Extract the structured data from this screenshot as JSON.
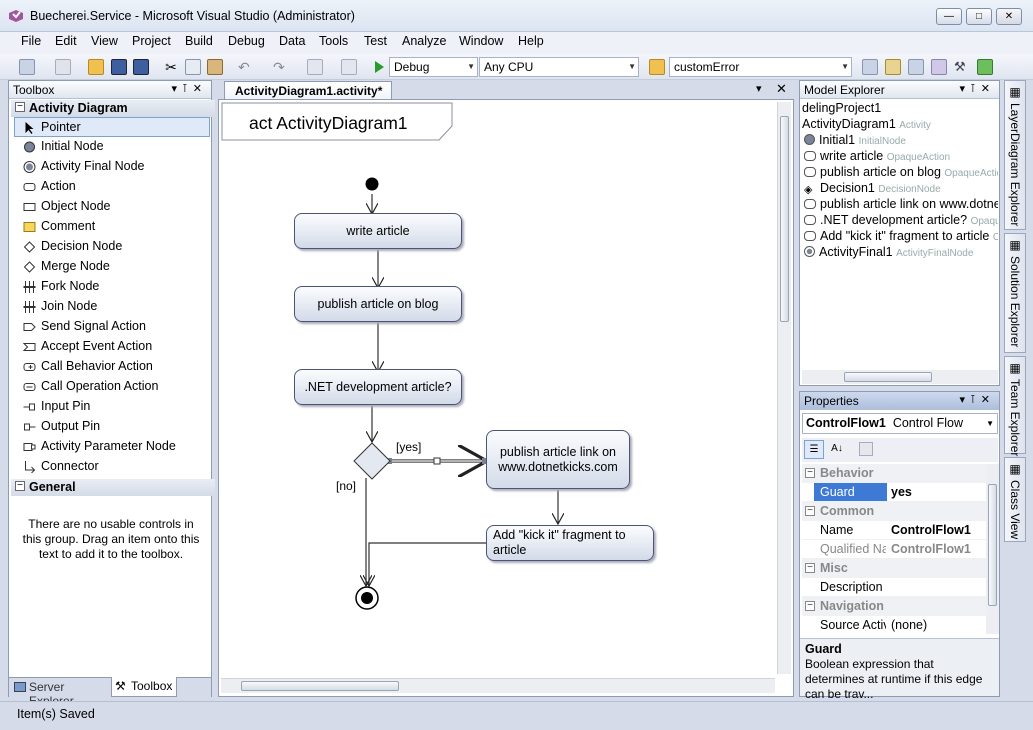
{
  "window": {
    "title": "Buecherei.Service - Microsoft Visual Studio (Administrator)"
  },
  "menu": [
    "File",
    "Edit",
    "View",
    "Project",
    "Build",
    "Debug",
    "Data",
    "Tools",
    "Test",
    "Analyze",
    "Window",
    "Help"
  ],
  "toolbar": {
    "config": "Debug",
    "platform": "Any CPU",
    "find": "customError"
  },
  "toolbox": {
    "title": "Toolbox",
    "group1": "Activity Diagram",
    "items": [
      "Pointer",
      "Initial Node",
      "Activity Final Node",
      "Action",
      "Object Node",
      "Comment",
      "Decision Node",
      "Merge Node",
      "Fork Node",
      "Join Node",
      "Send Signal Action",
      "Accept Event Action",
      "Call Behavior Action",
      "Call Operation Action",
      "Input Pin",
      "Output Pin",
      "Activity Parameter Node",
      "Connector"
    ],
    "group2": "General",
    "empty_message": "There are no usable controls in this group. Drag an item onto this text to add it to the toolbox.",
    "tab_server": "Server Explorer",
    "tab_toolbox": "Toolbox"
  },
  "editor": {
    "tab": "ActivityDiagram1.activity*",
    "frame_title": "act ActivityDiagram1",
    "nodes": {
      "write": "write article",
      "publish_blog": "publish article on blog",
      "net_question": ".NET development article?",
      "publish_link": "publish article link on www.dotnetkicks.com",
      "kick_it": "Add \"kick it\" fragment to article"
    },
    "guard_yes": "[yes]",
    "guard_no": "[no]"
  },
  "model_explorer": {
    "title": "Model Explorer",
    "items": [
      {
        "name": "delingProject1",
        "type": ""
      },
      {
        "name": "ActivityDiagram1",
        "type": "Activity"
      },
      {
        "name": "Initial1",
        "type": "InitialNode"
      },
      {
        "name": "write article",
        "type": "OpaqueAction"
      },
      {
        "name": "publish article on blog",
        "type": "OpaqueAction"
      },
      {
        "name": "Decision1",
        "type": "DecisionNode"
      },
      {
        "name": "publish article link on www.dotnet",
        "type": ""
      },
      {
        "name": ".NET development article?",
        "type": "OpaqueA"
      },
      {
        "name": "Add \"kick it\" fragment to article",
        "type": "Op"
      },
      {
        "name": "ActivityFinal1",
        "type": "ActivityFinalNode"
      }
    ]
  },
  "properties": {
    "title": "Properties",
    "object": "ControlFlow1",
    "object_type": "Control Flow",
    "cat_behavior": "Behavior",
    "guard_key": "Guard",
    "guard_val": "yes",
    "cat_common": "Common",
    "name_key": "Name",
    "name_val": "ControlFlow1",
    "qname_key": "Qualified Na",
    "qname_val": "ControlFlow1",
    "cat_misc": "Misc",
    "desc_key": "Description",
    "desc_val": "",
    "cat_nav": "Navigation",
    "src_key": "Source Activ",
    "src_val": "(none)",
    "help_title": "Guard",
    "help_text": "Boolean expression that determines at runtime if this edge can be trav..."
  },
  "side_tabs": [
    "LayerDiagram Explorer",
    "Solution Explorer",
    "Team Explorer",
    "Class View"
  ],
  "status": "Item(s) Saved"
}
